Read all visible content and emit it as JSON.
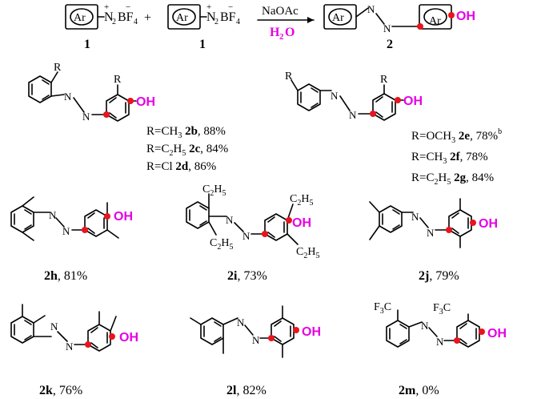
{
  "colors": {
    "hydroxyl": "#e600e6",
    "reactive_site_dot": "#e8141e",
    "ink": "#000000"
  },
  "scheme": {
    "reactant_ring_label": "Ar",
    "diazonium_n": "N",
    "diazonium_n_sub": "2",
    "diazonium_bf": "BF",
    "diazonium_bf_sub": "4",
    "plus_charge": "+",
    "minus_charge": "−",
    "plus_sign": "+",
    "reagent": "NaOAc",
    "solvent": "H",
    "solvent_sub": "2",
    "solvent_o": "O",
    "azo_n": "N",
    "product_ring_label": "Ar",
    "oh": "OH",
    "label_reactant_1": "1",
    "label_reactant_2": "1",
    "label_product": "2"
  },
  "group_left": {
    "r_ortho": "R",
    "r_phenol": "R",
    "n": "N",
    "oh": "OH",
    "entries": [
      {
        "r": "R=CH",
        "sub": "3",
        "label": "2b",
        "yield": ", 88%"
      },
      {
        "r": "R=C",
        "sub": "2",
        "r2": "H",
        "sub2": "5",
        "label": "2c",
        "yield": ", 84%"
      },
      {
        "r": "R=Cl",
        "label": "2d",
        "yield": ", 86%"
      }
    ]
  },
  "group_right": {
    "r_meta": "R",
    "r_phenol": "R",
    "n": "N",
    "oh": "OH",
    "entries": [
      {
        "r": "R=OCH",
        "sub": "3",
        "label": "2e",
        "yield": ", 78%",
        "note": "b"
      },
      {
        "r": "R=CH",
        "sub": "3",
        "label": "2f",
        "yield": ", 78%"
      },
      {
        "r": "R=C",
        "sub": "2",
        "r2": "H",
        "sub2": "5",
        "label": "2g",
        "yield": ", 84%"
      }
    ]
  },
  "compounds": [
    {
      "id": "2h",
      "label": "2h",
      "yield": ", 81%",
      "n": "N",
      "oh": "OH"
    },
    {
      "id": "2i",
      "label": "2i",
      "yield": ", 73%",
      "n": "N",
      "oh": "OH",
      "ethyl": "C",
      "ethyl_sub": "2",
      "ethyl_h": "H",
      "ethyl_sub2": "5"
    },
    {
      "id": "2j",
      "label": "2j",
      "yield": ", 79%",
      "n": "N",
      "oh": "OH"
    },
    {
      "id": "2k",
      "label": "2k",
      "yield": ", 76%",
      "n": "N",
      "oh": "OH"
    },
    {
      "id": "2l",
      "label": "2l",
      "yield": ", 82%",
      "n": "N",
      "oh": "OH"
    },
    {
      "id": "2m",
      "label": "2m",
      "yield": ", 0%",
      "n": "N",
      "oh": "OH",
      "cf3": "F",
      "cf3_sub": "3",
      "cf3_c": "C"
    }
  ]
}
